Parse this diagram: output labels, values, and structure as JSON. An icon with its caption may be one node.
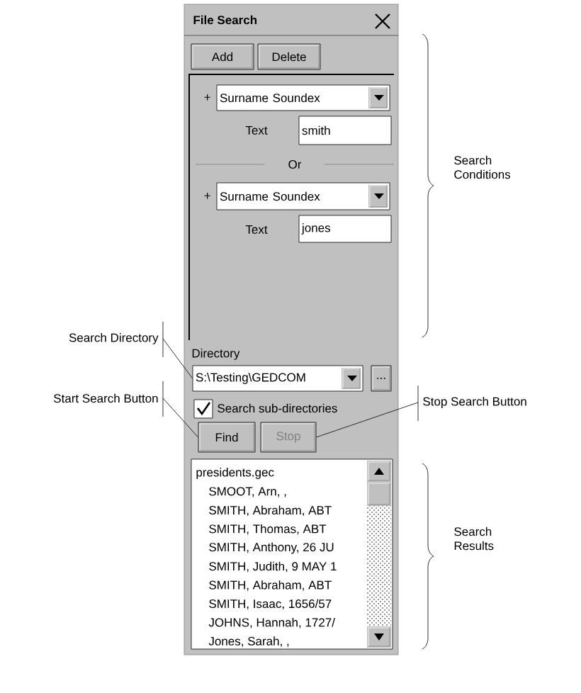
{
  "diagram": {
    "nodes": [
      {
        "text": [
          "File Search"
        ]
      },
      {
        "text": [
          "Add"
        ],
        "in": 0
      },
      {
        "text": [
          "Delete"
        ],
        "in": 0
      },
      {
        "text": [],
        "shape": "box",
        "in": 0
      },
      {
        "text": [
          "Surname Soundex"
        ],
        "beside": [
          "+"
        ],
        "in": 3
      },
      {
        "text": [
          "smith"
        ],
        "in": 3
      },
      {
        "text": [
          "Surname Soundex"
        ],
        "beside": [
          "+"
        ],
        "in": 3
      },
      {
        "text": [
          "jones"
        ],
        "in": 3
      },
      {
        "text": [
          "S:\\Testing\\GEDCOM"
        ],
        "in": 0
      },
      {
        "text": [
          "..."
        ],
        "in": 0
      },
      {
        "text": [
          "Find"
        ],
        "in": 0
      },
      {
        "text": [
          "Stop"
        ],
        "in": 0
      },
      {
        "text": [
          "presidents.gec",
          "SMOOT, Arn, ,",
          "SMITH, Abraham, ABT",
          "SMITH, Thomas, ABT",
          "SMITH, Anthony, 26 JU",
          "SMITH, Judith, 9 MAY 1",
          "SMITH, Abraham, ABT",
          "SMITH, Isaac, 1656/57",
          "JOHNS, Hannah, 1727/",
          "Jones, Sarah, ,"
        ],
        "in": 0
      },
      {
        "text": [
          "Search Directory"
        ]
      },
      {
        "text": [
          "Start Search Button"
        ]
      },
      {
        "text": [
          "Stop Search Button"
        ]
      }
    ],
    "edges": [
      {
        "from": 13,
        "to": 8,
        "arrow": "none"
      },
      {
        "from": 14,
        "to": 10,
        "arrow": "none"
      },
      {
        "from": 15,
        "to": 11,
        "arrow": "none"
      }
    ],
    "labels": [
      "Text",
      "Or",
      "Text",
      "Directory",
      "Search sub-directories",
      "Search Conditions",
      "Search Results"
    ]
  }
}
